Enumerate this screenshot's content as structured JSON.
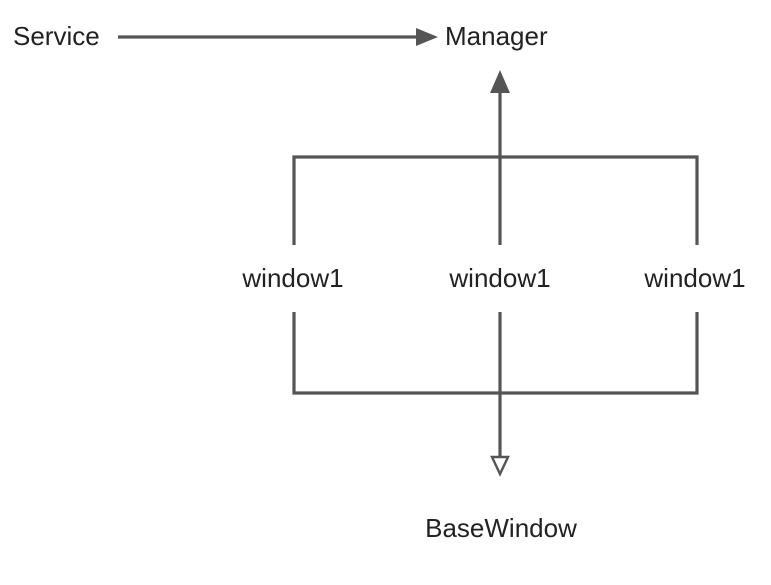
{
  "diagram": {
    "nodes": {
      "service": "Service",
      "manager": "Manager",
      "window_left": "window1",
      "window_middle": "window1",
      "window_right": "window1",
      "base_window": "BaseWindow"
    },
    "edges": [
      {
        "from": "service",
        "to": "manager",
        "arrowhead": "filled"
      },
      {
        "from": "window_left",
        "to": "manager",
        "arrowhead": "filled"
      },
      {
        "from": "window_middle",
        "to": "manager",
        "arrowhead": "filled"
      },
      {
        "from": "window_right",
        "to": "manager",
        "arrowhead": "filled"
      },
      {
        "from": "window_left",
        "to": "base_window",
        "arrowhead": "hollow"
      },
      {
        "from": "window_middle",
        "to": "base_window",
        "arrowhead": "hollow"
      },
      {
        "from": "window_right",
        "to": "base_window",
        "arrowhead": "hollow"
      }
    ],
    "colors": {
      "line": "#555555",
      "text": "#222222",
      "background": "#ffffff"
    }
  }
}
